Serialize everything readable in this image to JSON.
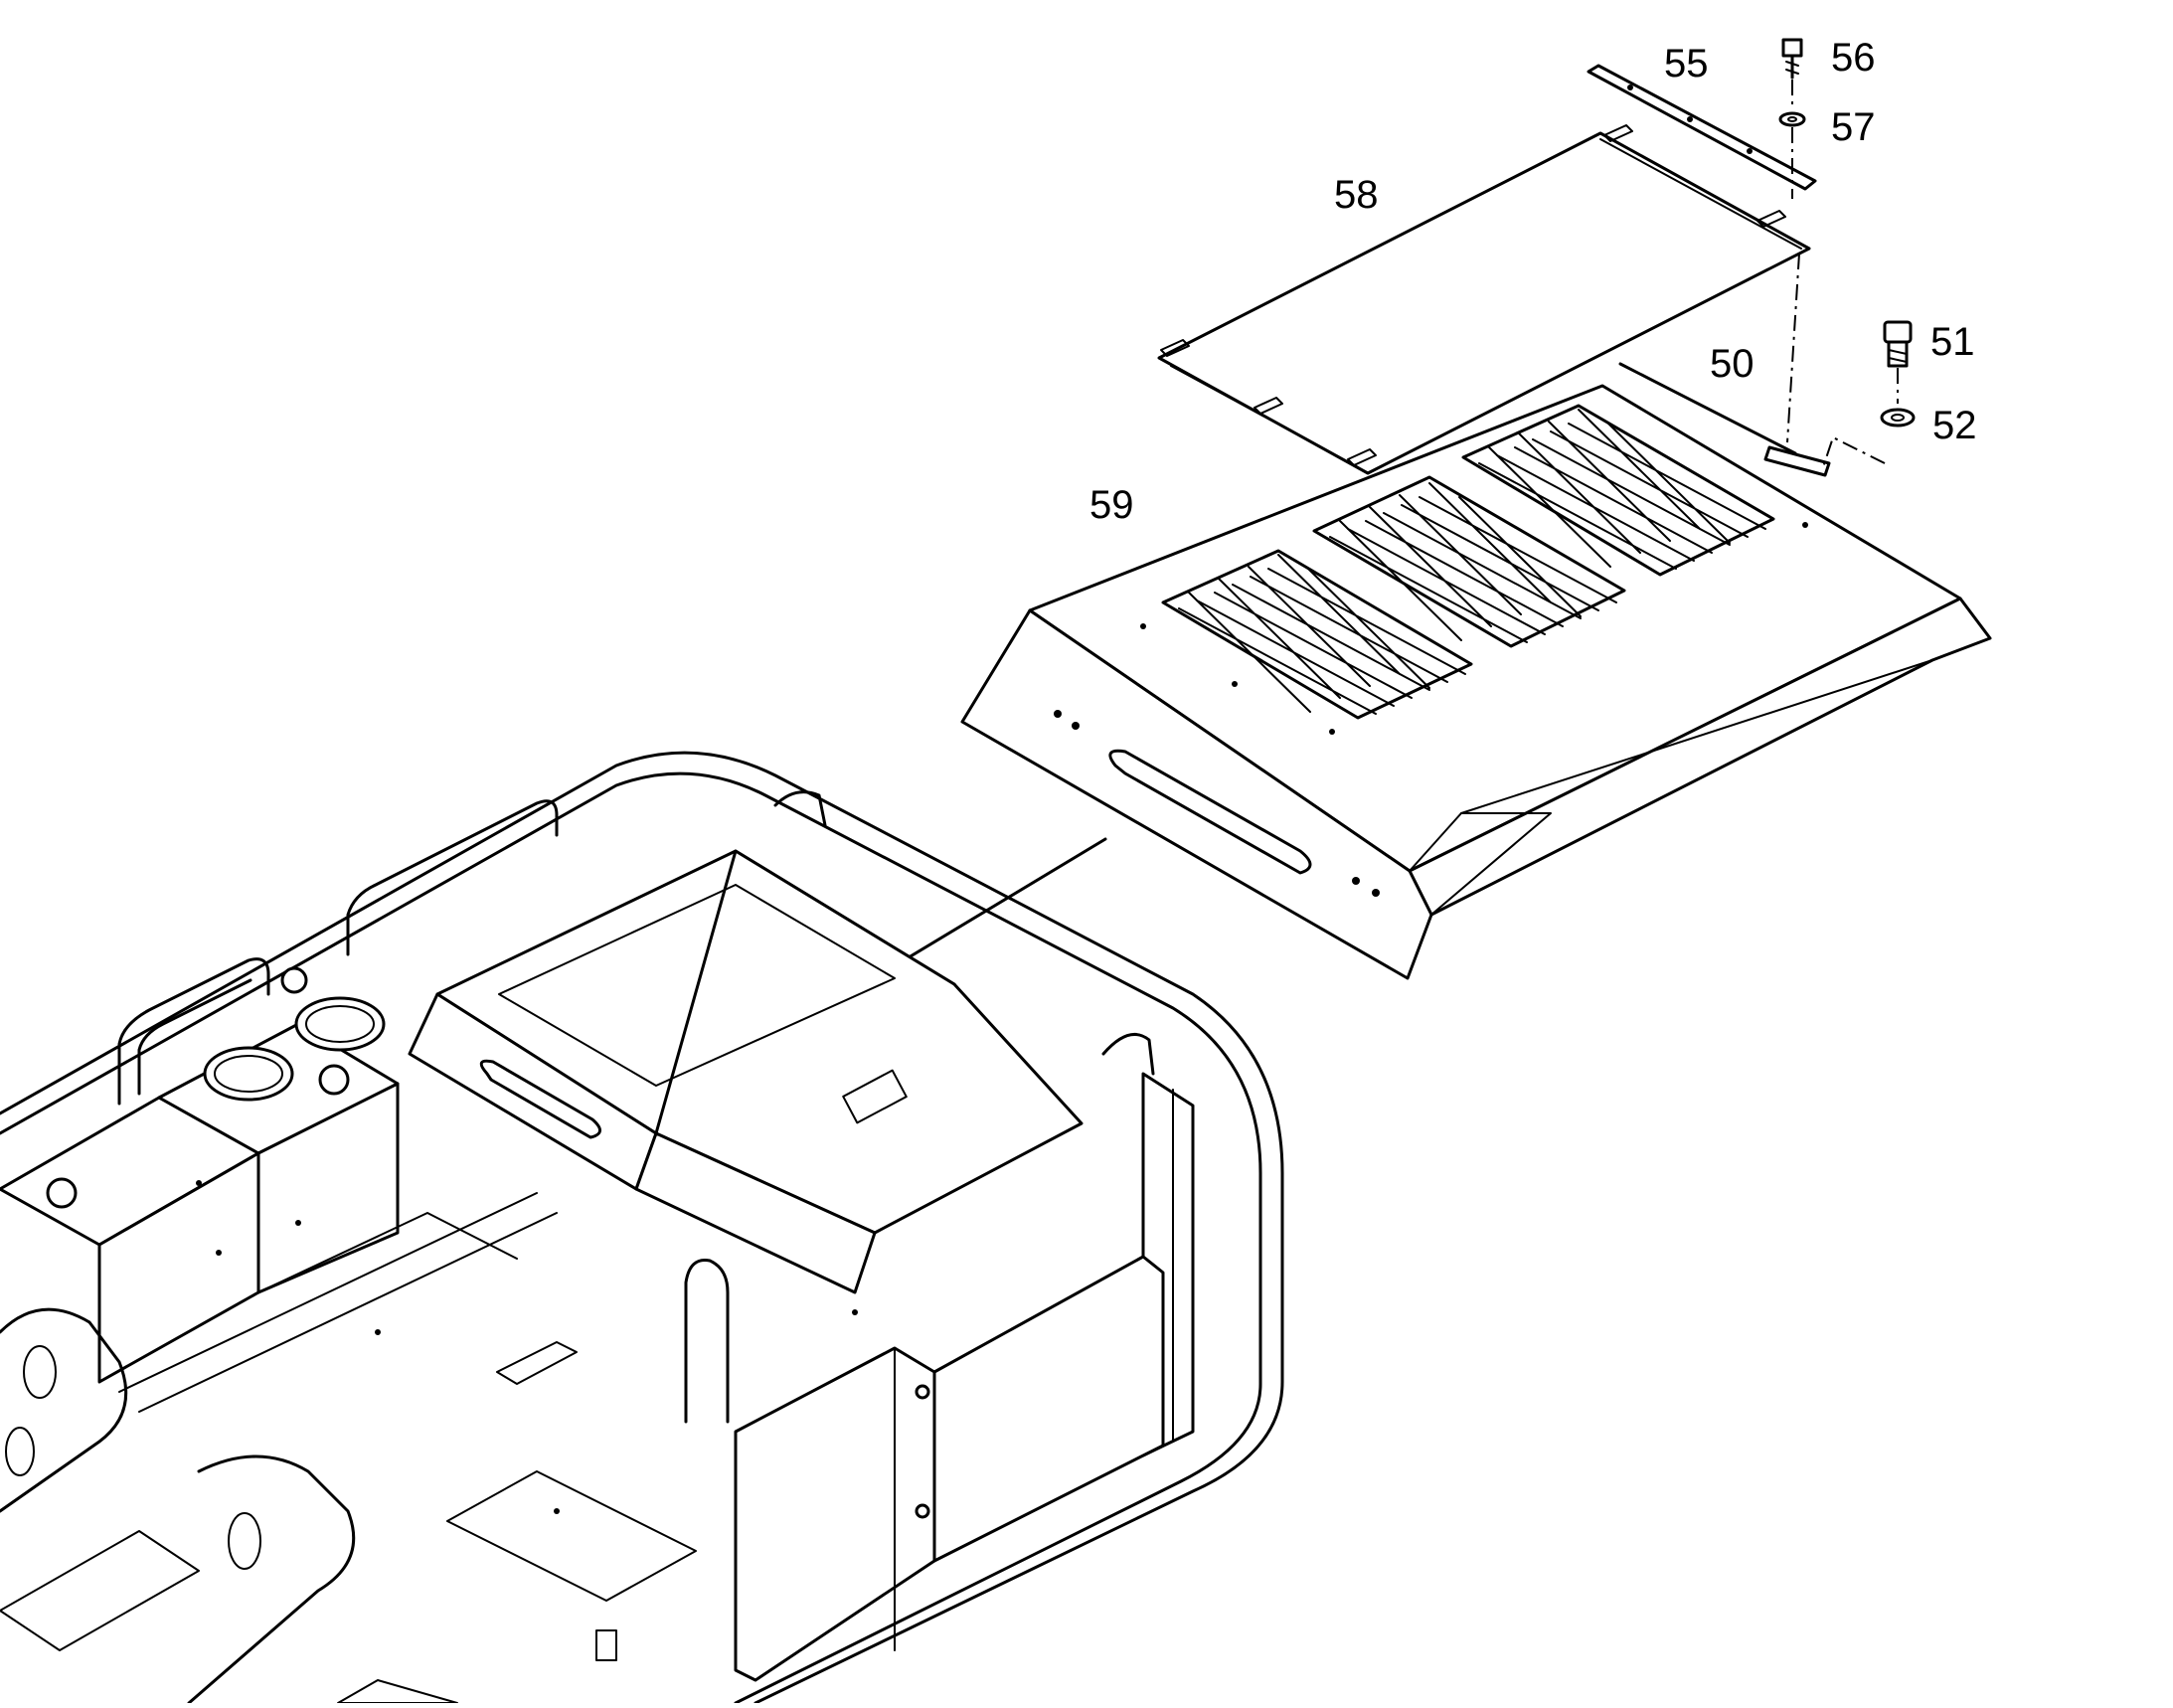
{
  "diagram": {
    "callouts": [
      {
        "id": "55",
        "label": "55"
      },
      {
        "id": "56",
        "label": "56"
      },
      {
        "id": "57",
        "label": "57"
      },
      {
        "id": "58",
        "label": "58"
      },
      {
        "id": "51",
        "label": "51"
      },
      {
        "id": "50",
        "label": "50"
      },
      {
        "id": "52",
        "label": "52"
      },
      {
        "id": "59",
        "label": "59"
      }
    ]
  }
}
